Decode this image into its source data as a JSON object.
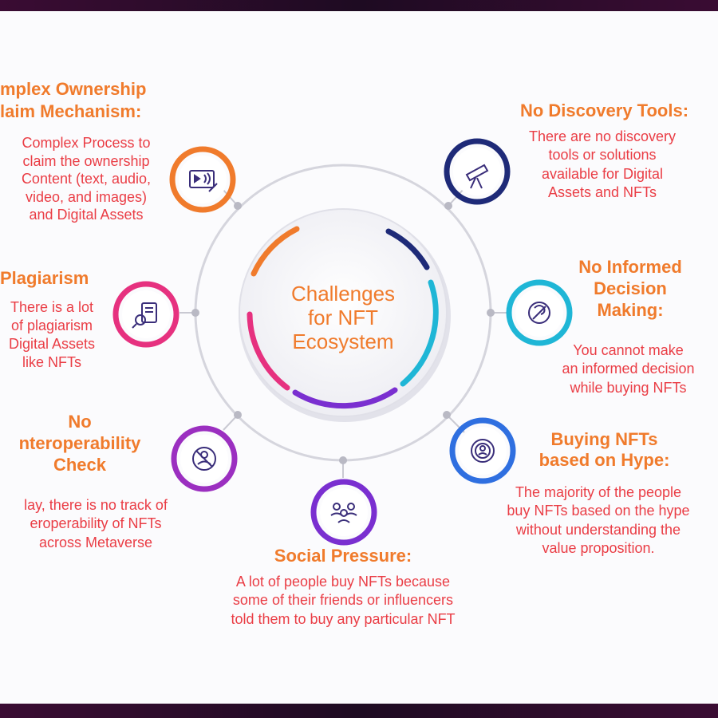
{
  "center_title": [
    "Challenges",
    "for NFT",
    "Ecosystem"
  ],
  "items": [
    {
      "id": "ownership",
      "title": [
        "mplex Ownership",
        "laim Mechanism:"
      ],
      "desc": [
        "Complex Process to",
        "claim the ownership",
        "Content (text, audio,",
        "video, and images)",
        "and Digital Assets"
      ],
      "icon": "content-media-icon",
      "color": "#f07b2c"
    },
    {
      "id": "plagiarism",
      "title": [
        "Plagiarism"
      ],
      "desc": [
        "There is a lot",
        "of plagiarism",
        "Digital Assets",
        "like NFTs"
      ],
      "icon": "document-search-icon",
      "color": "#e6317f"
    },
    {
      "id": "interop",
      "title": [
        "No",
        "nteroperability",
        "Check"
      ],
      "desc": [
        "lay, there is no track of",
        "eroperability of NFTs",
        "across Metaverse"
      ],
      "icon": "blocked-user-icon",
      "color": "#9b2fc0"
    },
    {
      "id": "social",
      "title": [
        "Social Pressure:"
      ],
      "desc": [
        "A lot of people buy NFTs because",
        "some of their friends or influencers",
        "told them to buy any particular NFT"
      ],
      "icon": "crowd-icon",
      "color": "#7a2fd0"
    },
    {
      "id": "hype",
      "title": [
        "Buying NFTs",
        "based on Hype:"
      ],
      "desc": [
        "The majority of the people",
        "buy NFTs based on the hype",
        "without understanding the",
        "value proposition."
      ],
      "icon": "target-person-icon",
      "color": "#2f6fe0"
    },
    {
      "id": "informed",
      "title": [
        "No Informed",
        "Decision",
        "Making:"
      ],
      "desc": [
        "You cannot make",
        "an informed decision",
        "while buying NFTs"
      ],
      "icon": "thinking-head-icon",
      "color": "#1fb6d6"
    },
    {
      "id": "discovery",
      "title": [
        "No Discovery Tools:"
      ],
      "desc": [
        "There are no discovery",
        "tools or solutions",
        "available for Digital",
        "Assets and NFTs"
      ],
      "icon": "telescope-icon",
      "color": "#1e2a78"
    }
  ]
}
